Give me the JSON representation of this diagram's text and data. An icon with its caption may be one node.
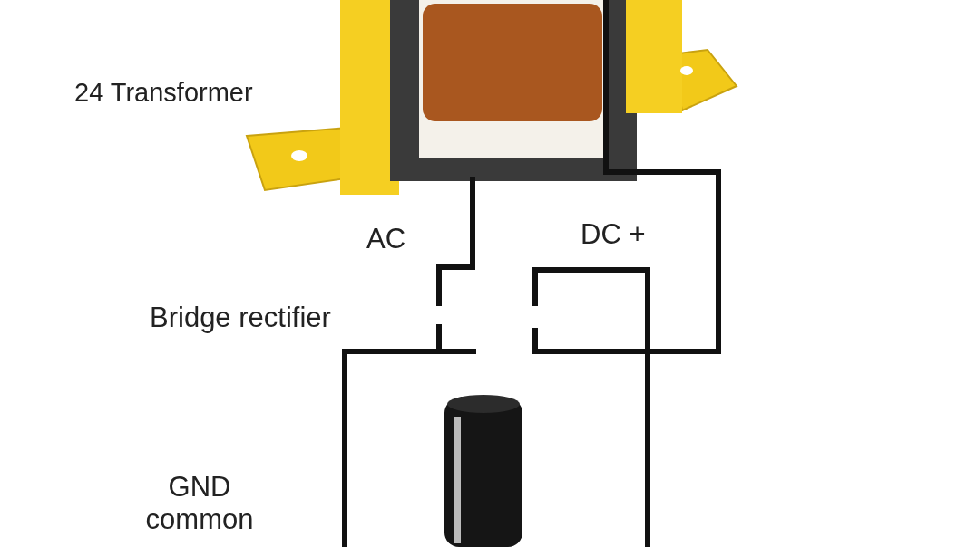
{
  "diagram": {
    "labels": [
      "24 Transformer",
      "AC",
      "DC +",
      "Bridge rectifier",
      "GND common"
    ]
  }
}
